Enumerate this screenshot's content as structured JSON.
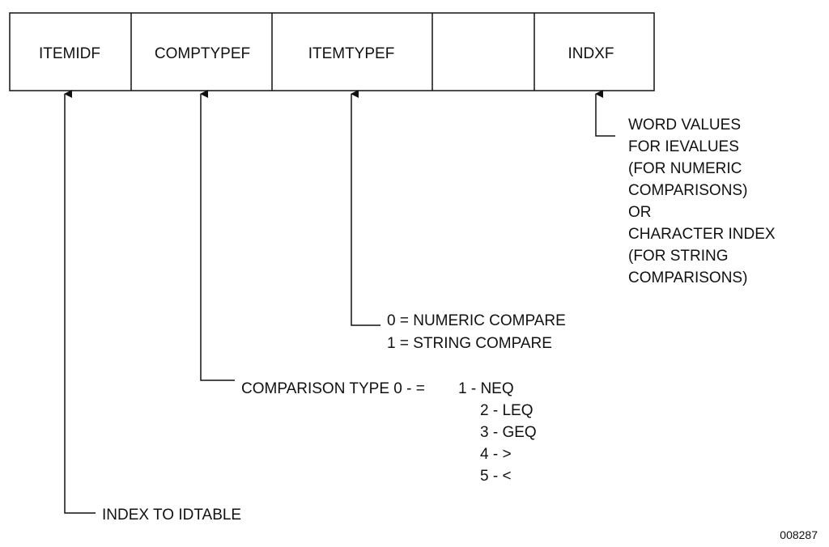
{
  "fields": [
    "ITEMIDF",
    "COMPTYPEF",
    "ITEMTYPEF",
    "",
    "INDXF"
  ],
  "indxf_note": [
    "WORD VALUES",
    "FOR IEVALUES",
    "(FOR NUMERIC",
    "COMPARISONS)",
    "OR",
    "CHARACTER INDEX",
    "(FOR STRING",
    "COMPARISONS)"
  ],
  "itemtypef_note": [
    "0 = NUMERIC COMPARE",
    "1 = STRING COMPARE"
  ],
  "comptypef_note": {
    "label": "COMPARISON TYPE 0 - =",
    "codes": [
      "1 - NEQ",
      "2 - LEQ",
      "3 - GEQ",
      "4 - >",
      "5 - <"
    ]
  },
  "itemidf_note": "INDEX TO IDTABLE",
  "figure_number": "008287"
}
